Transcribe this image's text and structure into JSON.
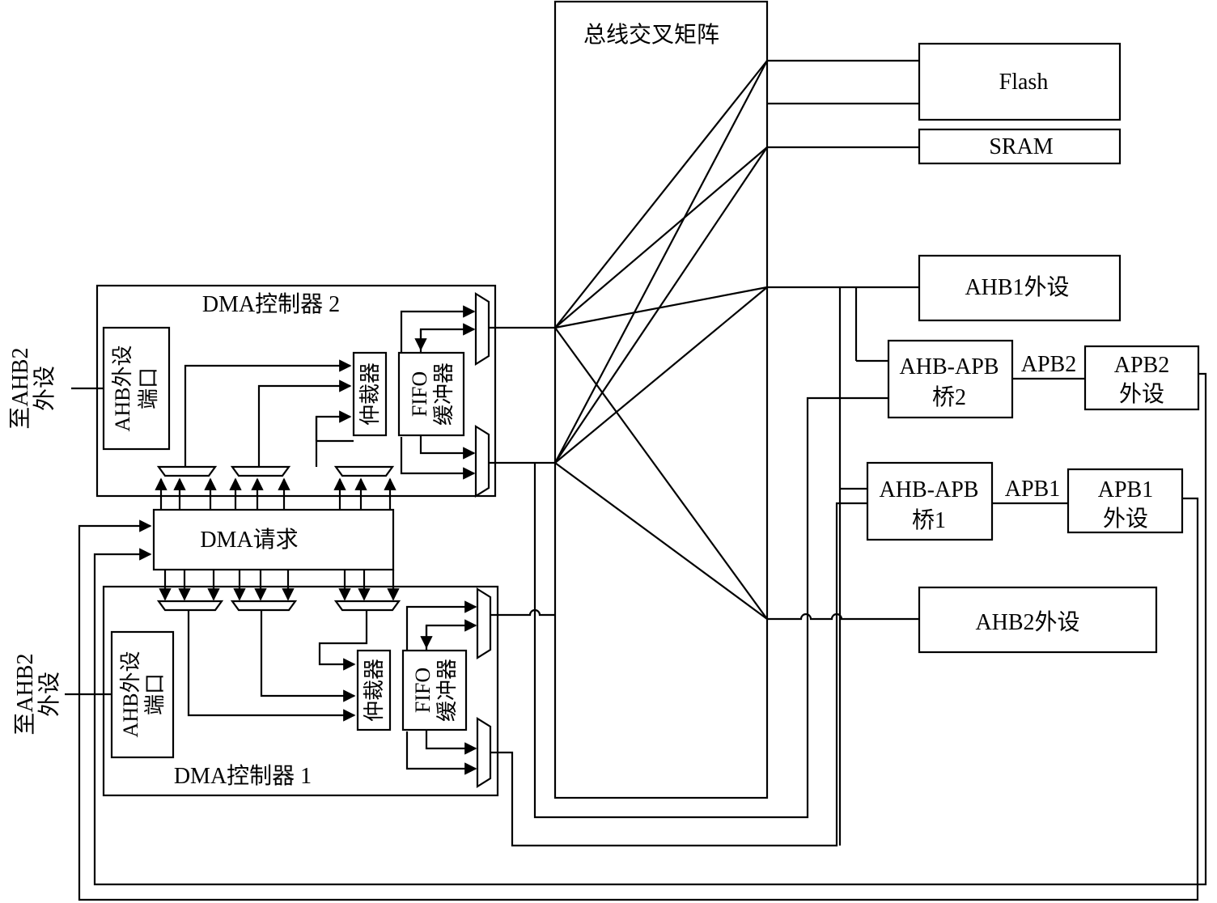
{
  "matrix": {
    "title": "总线交叉矩阵"
  },
  "memory": {
    "flash": "Flash",
    "sram": "SRAM"
  },
  "peripherals": {
    "ahb1": "AHB1外设",
    "ahb2": "AHB2外设",
    "bridge2": [
      "AHB-APB",
      "桥2"
    ],
    "bridge1": [
      "AHB-APB",
      "桥1"
    ],
    "apb2_bus": "APB2",
    "apb1_bus": "APB1",
    "apb2_periph": [
      "APB2",
      "外设"
    ],
    "apb1_periph": [
      "APB1",
      "外设"
    ]
  },
  "dma2": {
    "title": "DMA控制器 2",
    "port": [
      "AHB外设",
      "端口"
    ],
    "arbiter": "仲裁器",
    "fifo": [
      "FIFO",
      "缓冲器"
    ]
  },
  "dma1": {
    "title": "DMA控制器 1",
    "port": [
      "AHB外设",
      "端口"
    ],
    "arbiter": "仲裁器",
    "fifo": [
      "FIFO",
      "缓冲器"
    ]
  },
  "dma_request": "DMA请求",
  "external": {
    "top": [
      "至AHB2",
      "外设"
    ],
    "bottom": [
      "至AHB2",
      "外设"
    ]
  }
}
